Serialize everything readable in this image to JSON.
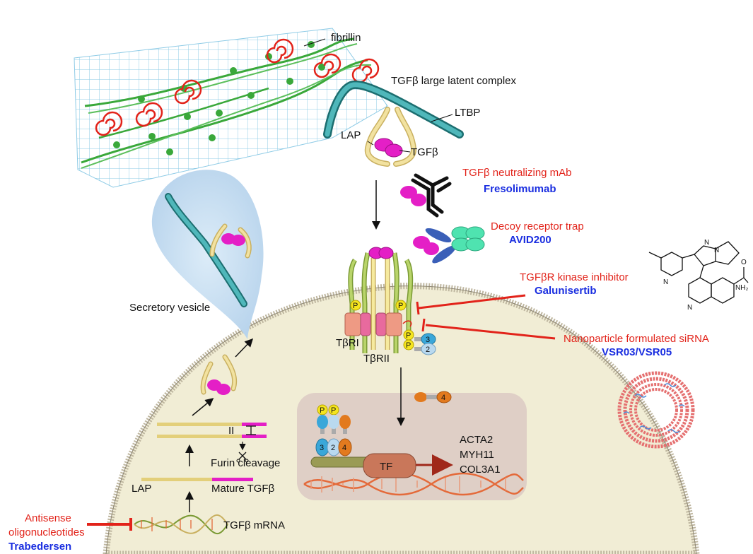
{
  "labels": {
    "fibrillin": "fibrillin",
    "latent_complex": "TGFβ large latent complex",
    "ltbp": "LTBP",
    "lap_top": "LAP",
    "tgfb_top": "TGFβ",
    "secretory_vesicle": "Secretory vesicle",
    "tbri": "TβRI",
    "tbrii": "TβRII",
    "furin": "Furin cleavage",
    "lap_bottom": "LAP",
    "mature": "Mature TGFβ",
    "mrna": "TGFβ mRNA",
    "tf": "TF",
    "genes": [
      "ACTA2",
      "MYH11",
      "COL3A1"
    ],
    "roman_ii": "II",
    "roman_i": "I",
    "phospho": "P",
    "smad_numbers": [
      "3",
      "2",
      "4"
    ],
    "chem_n": "N",
    "chem_o": "O",
    "chem_nh2": "NH₂"
  },
  "therapies": {
    "mab": {
      "name": "TGFβ neutralizing mAb",
      "drug": "Fresolimumab"
    },
    "decoy": {
      "name": "Decoy receptor trap",
      "drug": "AVID200"
    },
    "kinase": {
      "name": "TGFβR kinase inhibitor",
      "drug": "Galunisertib"
    },
    "sirna": {
      "name": "Nanoparticle formulated siRNA",
      "drug": "VSR03/VSR05"
    },
    "antisense": {
      "name_line1": "Antisense",
      "name_line2": "oligonucleotides",
      "drug": "Trabedersen"
    }
  },
  "colors": {
    "inhibitor_red": "#e2231a",
    "drug_blue": "#1a2ee0",
    "tgfb_magenta": "#e41fc6",
    "fibrillin_green": "#3aa83a",
    "ltbp_teal": "#1f8f92",
    "lap_yellow": "#efd98a",
    "nucleus_bg": "#d8cfb3",
    "cytoplasm_bg": "#f0ecd4",
    "phospho_yellow": "#f5e51f"
  }
}
